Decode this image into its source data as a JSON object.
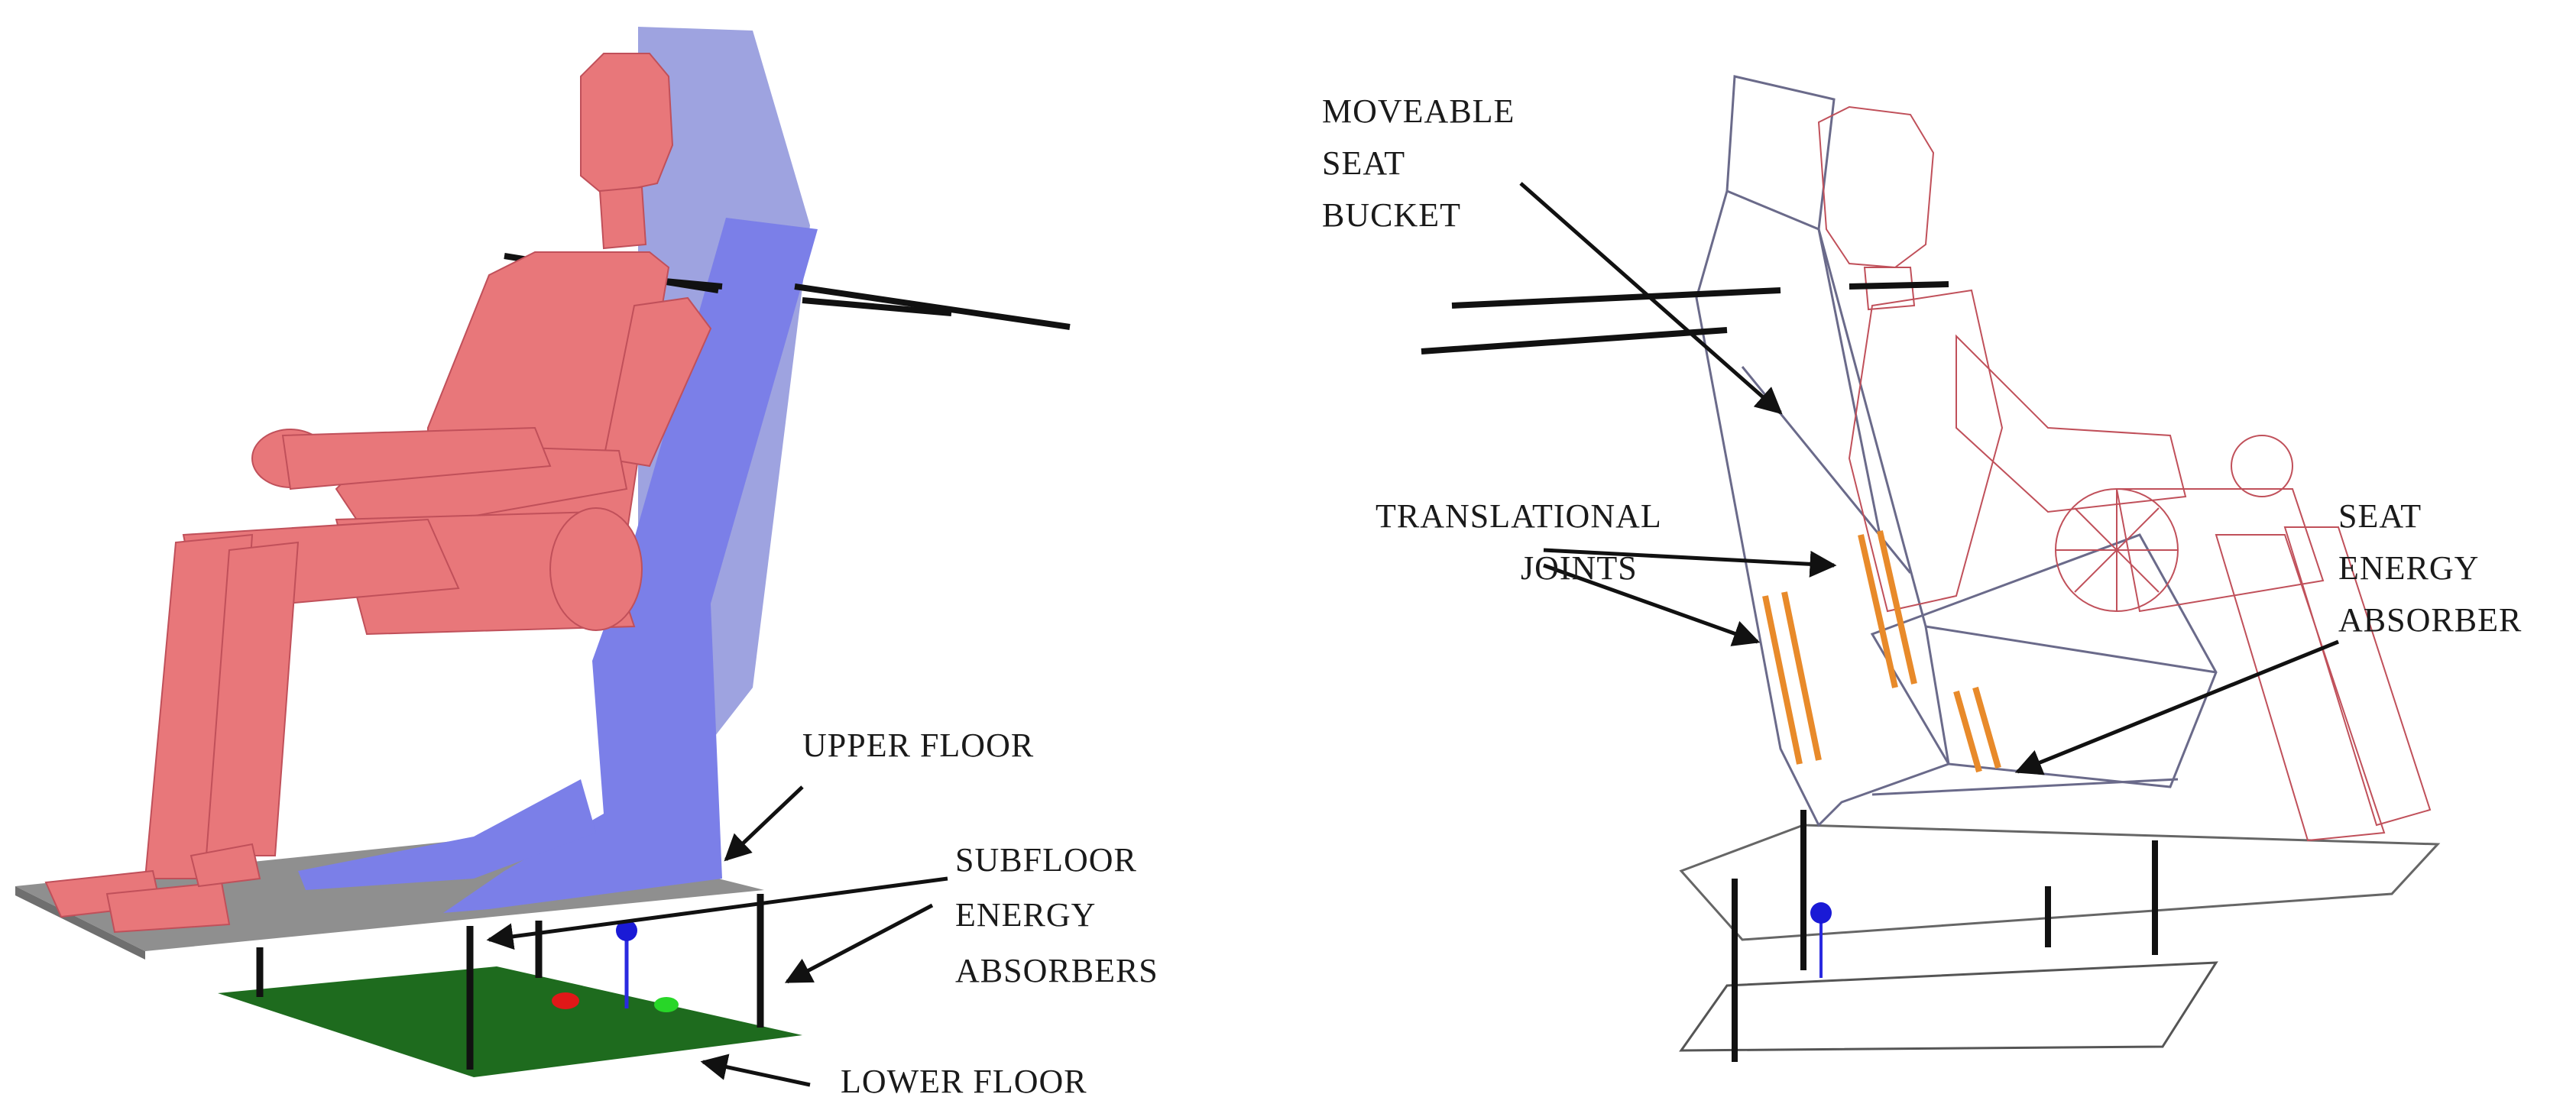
{
  "left_panel": {
    "labels": {
      "upper_floor": "UPPER FLOOR",
      "subfloor_energy_absorbers": [
        "SUBFLOOR",
        "ENERGY",
        "ABSORBERS"
      ],
      "lower_floor": "LOWER FLOOR"
    },
    "colors": {
      "dummy": "#e8777a",
      "seat": "#7b7fe8",
      "seat_back": "#9ea3e0",
      "upper_floor": "#8f8f8f",
      "lower_floor": "#1e6b1e",
      "marker_blue": "#1a1ad6",
      "marker_red": "#e01818",
      "marker_green": "#28d628"
    }
  },
  "right_panel": {
    "labels": {
      "moveable_seat_bucket": [
        "MOVEABLE",
        "SEAT",
        "BUCKET"
      ],
      "translational_joints": [
        "TRANSLATIONAL",
        "JOINTS"
      ],
      "seat_energy_absorber": [
        "SEAT",
        "ENERGY",
        "ABSORBER"
      ]
    },
    "colors": {
      "wireframe_dummy": "#c0505a",
      "wireframe_seat": "#6a6a8a",
      "absorber_orange": "#e88a2a",
      "marker_blue": "#1a1ad6"
    }
  }
}
